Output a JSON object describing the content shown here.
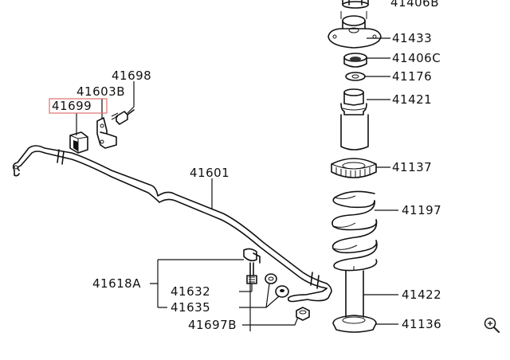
{
  "labels": {
    "l41406b": "41406B",
    "l41433": "41433",
    "l41406c": "41406C",
    "l41176": "41176",
    "l41421": "41421",
    "l41137": "41137",
    "l41197": "41197",
    "l41422": "41422",
    "l41136": "41136",
    "l41698": "41698",
    "l41603b": "41603B",
    "l41699": "41699",
    "l41601": "41601",
    "l41618a": "41618A",
    "l41632": "41632",
    "l41635": "41635",
    "l41697b": "41697B"
  },
  "highlight_color": "#e07070",
  "icons": {
    "zoom": "zoom-in-icon"
  }
}
